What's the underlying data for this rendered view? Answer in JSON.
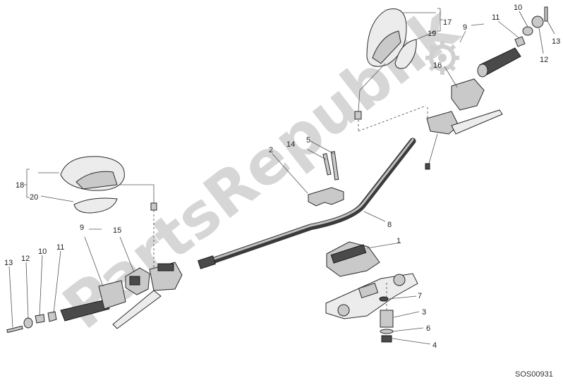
{
  "watermark": {
    "text": "PartsRepublik",
    "gear_icon": "gear-icon"
  },
  "drawing_code": "SOS00931",
  "labels": [
    "1",
    "2",
    "3",
    "4",
    "5",
    "6",
    "7",
    "8",
    "9",
    "9",
    "10",
    "10",
    "11",
    "11",
    "12",
    "12",
    "13",
    "13",
    "14",
    "15",
    "16",
    "17",
    "18",
    "19",
    "20"
  ],
  "colors": {
    "line": "#2a2a2a",
    "part": "#c9c9c9",
    "watermark": "#d6d6d6"
  }
}
